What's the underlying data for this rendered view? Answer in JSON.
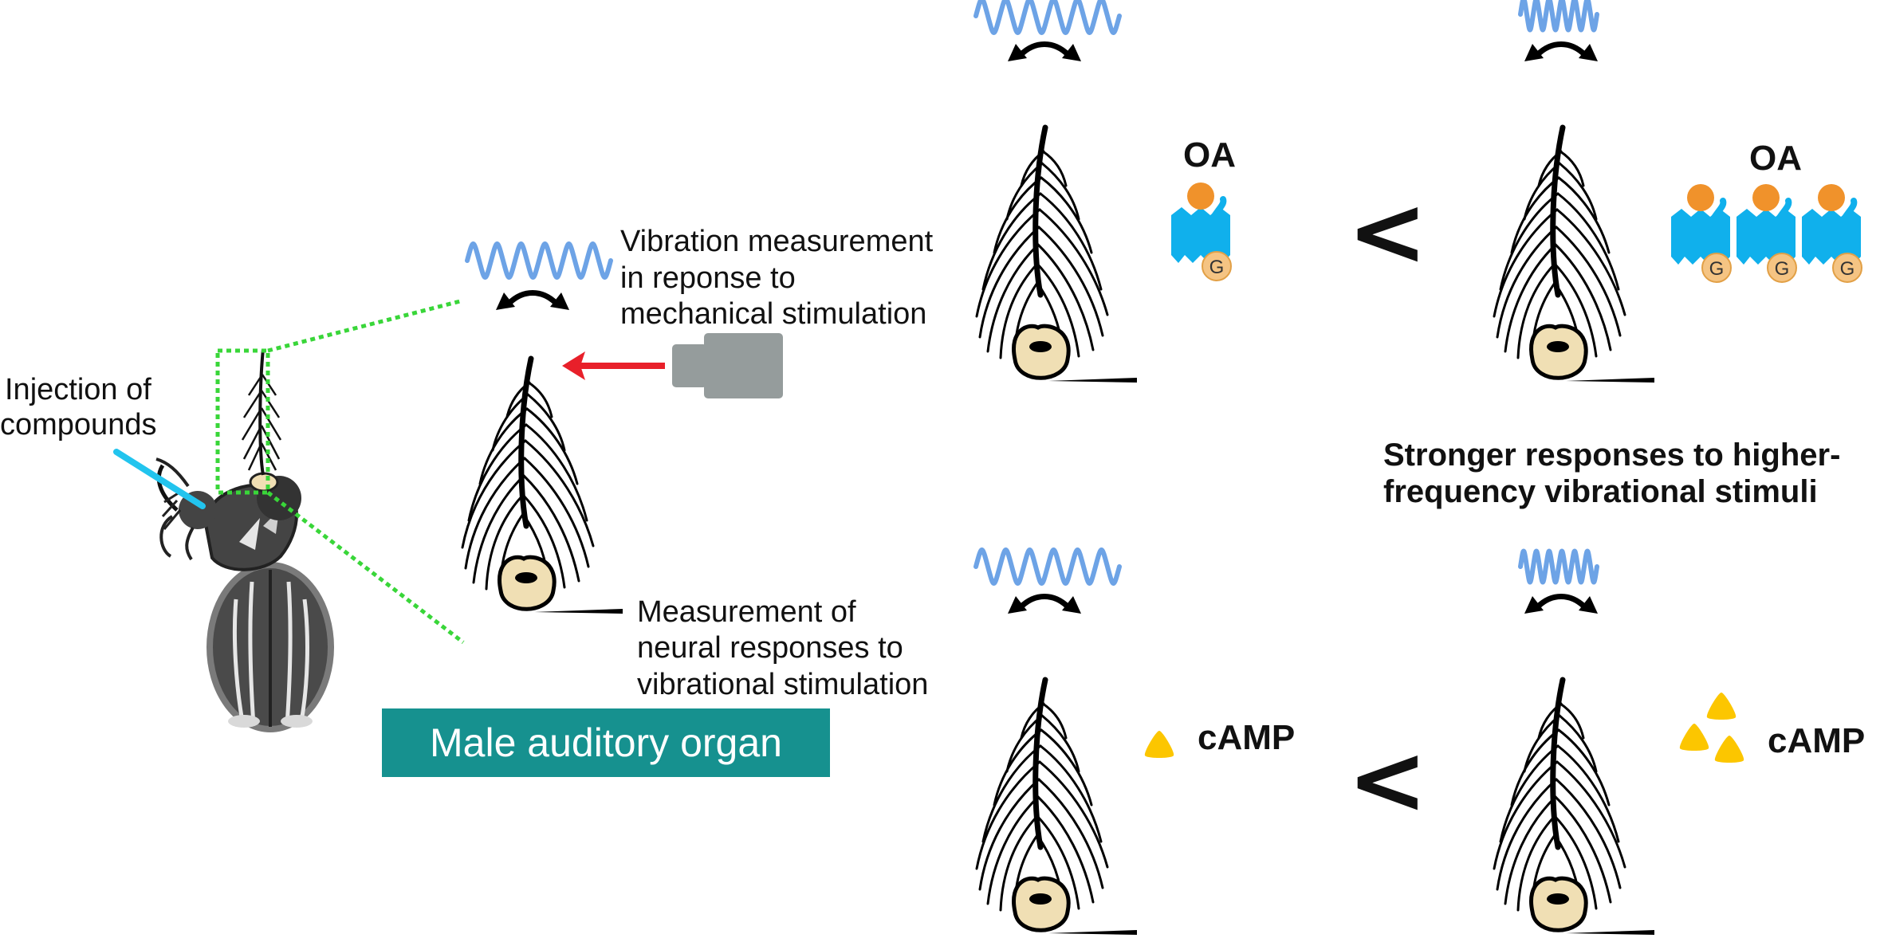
{
  "labels": {
    "injection": [
      "Injection of",
      "compounds"
    ],
    "vibration_measurement": [
      "Vibration measurement",
      "in reponse to",
      "mechanical stimulation"
    ],
    "neural_measurement": [
      "Measurement of",
      "neural responses to",
      "vibrational stimulation"
    ],
    "organ": "Male auditory organ",
    "oa": "OA",
    "camp": "cAMP",
    "stronger": [
      "Stronger responses to higher-",
      "frequency vibrational stimuli"
    ],
    "g_protein": "G",
    "less_than": "<"
  },
  "colors": {
    "wave": "#6da3e6",
    "green_dashed": "#39d639",
    "red_arrow": "#e8202a",
    "device": "#959c9c",
    "receptor": "#10b0ec",
    "ligand": "#f0922b",
    "g_protein": "#f5c483",
    "camp": "#fcc600",
    "base": "#f0dfb4",
    "cyan_needle": "#22c4ee",
    "box": "#16918f"
  },
  "icons": [
    "vibration-wave-icon",
    "bidirectional-arrow-icon",
    "antenna-icon",
    "beetle-icon",
    "camera-device-icon",
    "receptor-icon",
    "camp-triangle-icon"
  ]
}
